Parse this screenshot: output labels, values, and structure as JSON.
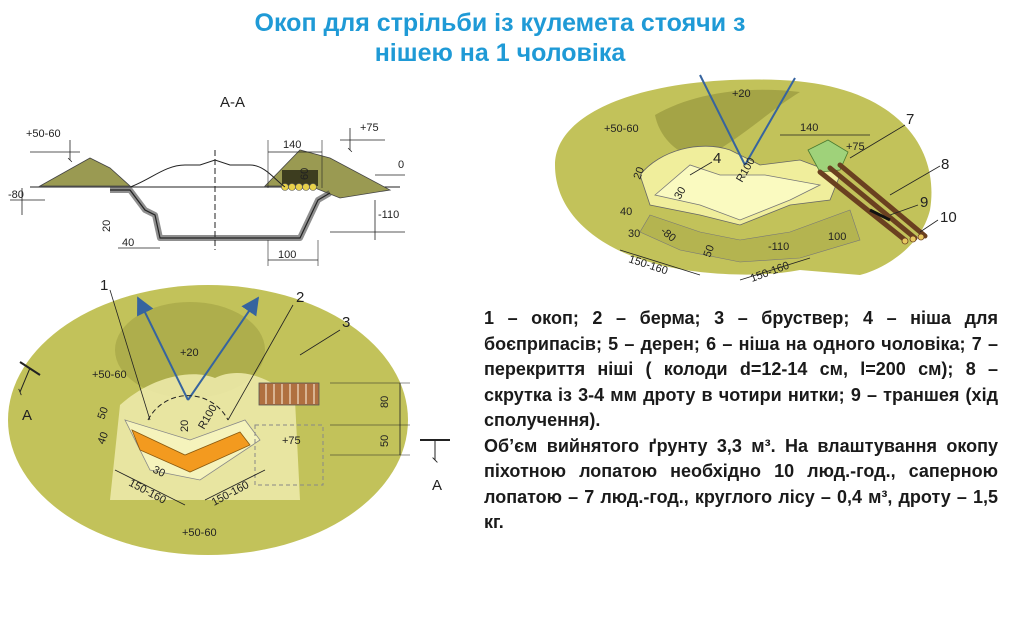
{
  "title": {
    "line1": "Окоп для стрільби із кулемета стоячи з",
    "line2": "нішею на 1 чоловіка"
  },
  "section": {
    "title": "А-А",
    "dims": {
      "level_left": "+50-60",
      "level_right": "+75",
      "zero": "0",
      "w140": "140",
      "w60": "60",
      "m80": "-80",
      "m110": "-110",
      "d20": "20",
      "d40": "40",
      "d100": "100"
    }
  },
  "plan": {
    "numbers": [
      "1",
      "2",
      "3"
    ],
    "dims": {
      "top": "+20",
      "left_level": "+50-60",
      "bottom_level": "+50-60",
      "r100": "R100",
      "d20": "20",
      "d50": "50",
      "d40": "40",
      "d30": "30",
      "w150a": "150-160",
      "w150b": "150-160",
      "p75": "+75",
      "h80": "80",
      "h50": "50"
    },
    "cut_left": "А",
    "cut_right": "А"
  },
  "view3d": {
    "numbers": [
      "4",
      "7",
      "8",
      "9",
      "10"
    ],
    "dims": {
      "top": "+20",
      "left_level": "+50-60",
      "w140": "140",
      "p75": "+75",
      "r100": "R100",
      "d20": "20",
      "d30": "30",
      "d40": "40",
      "d30b": "30",
      "d80": "-80",
      "d50": "50",
      "w150a": "150-160",
      "w150b": "150-160",
      "m110": "-110",
      "d100": "100"
    }
  },
  "legend": {
    "p1": "1 – окоп; 2 – берма; 3 – бруствер; 4 – ніша для боєприпасів; 5 – дерен; 6 – ніша на одного чоловіка; 7 – перекриття ніші ( колоди d=12-14 см, l=200 см); 8 – скрутка із 3-4 мм дроту в чотири нитки; 9 – траншея (хід сполучення).",
    "p2": "Об’єм вийнятого ґрунту 3,3 м³. На влаштування окопу піхотною лопатою необхідно 10 люд.-год., саперною лопатою – 7 люд.-год., круглого лісу – 0,4 м³, дроту – 1,5 кг."
  },
  "colors": {
    "title": "#1f9ad6",
    "earth": "#c2c25a",
    "earth_dark": "#8f8f45",
    "pale": "#f2f0b0",
    "orange": "#f39a1f",
    "arrow": "#36649f"
  }
}
